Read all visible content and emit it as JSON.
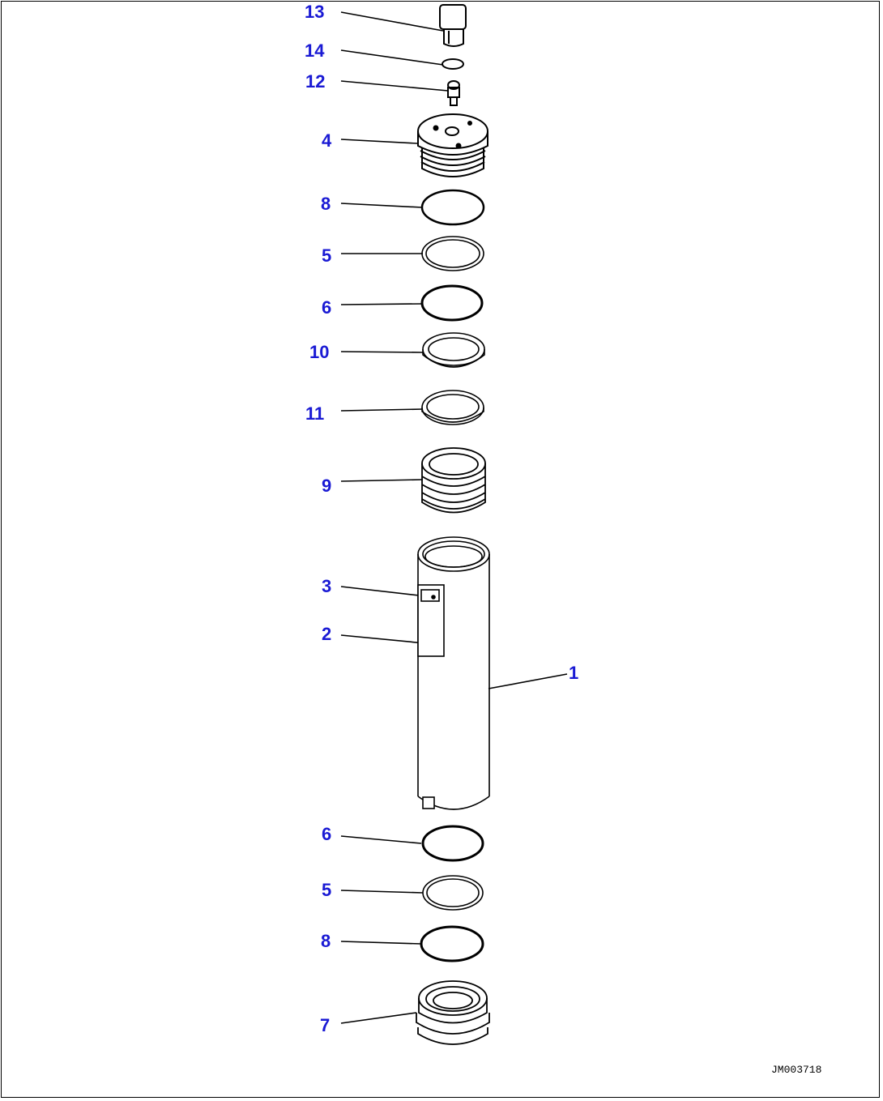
{
  "colors": {
    "callout": "#1a1ad4",
    "line": "#000000"
  },
  "callouts": [
    "13",
    "14",
    "12",
    "4",
    "8",
    "5",
    "6",
    "10",
    "11",
    "9",
    "3",
    "2",
    "1",
    "6",
    "5",
    "8",
    "7"
  ],
  "drawing_id": "JM003718"
}
